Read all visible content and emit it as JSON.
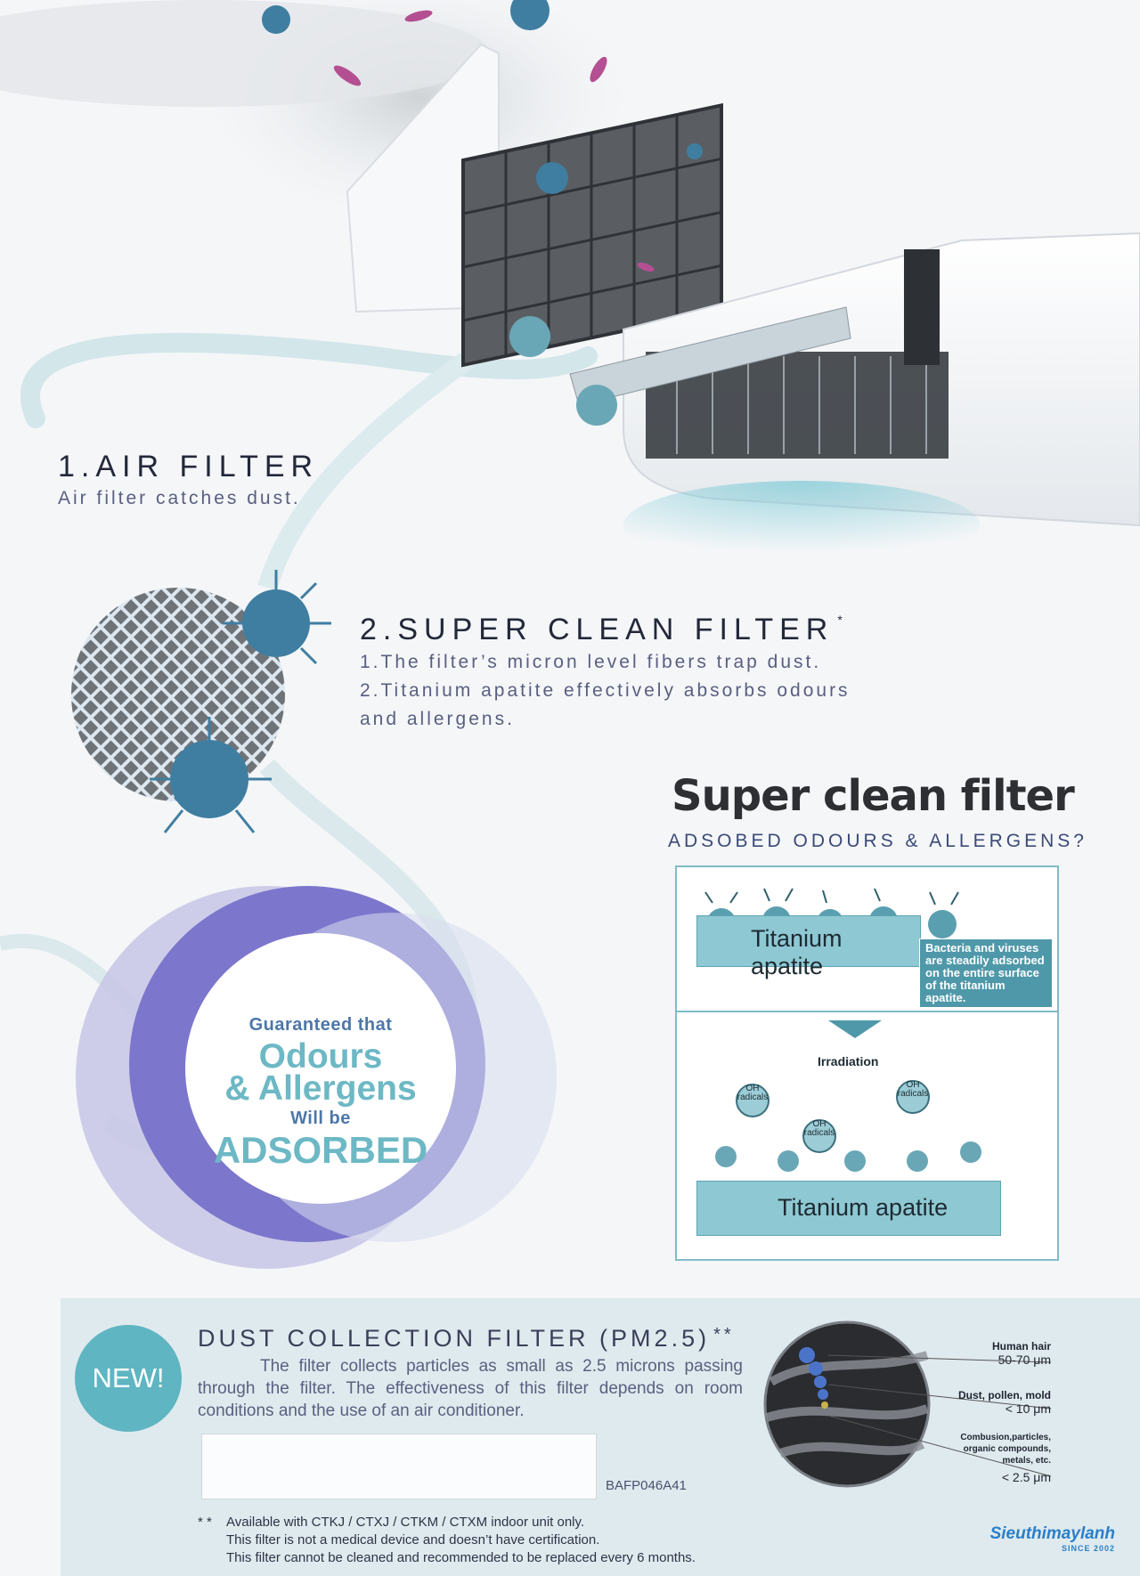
{
  "air_filter": {
    "title": "1.AIR FILTER",
    "desc": "Air filter catches dust."
  },
  "super_clean": {
    "title": "2.SUPER CLEAN FILTER",
    "mark": "*",
    "line1": "1.The filter’s micron level fibers trap dust.",
    "line2": "2.Titanium apatite effectively absorbs odours",
    "line3": "and allergens."
  },
  "feature": {
    "heading": "Super clean filter",
    "subheading": "ADSOBED ODOURS & ALLERGENS?",
    "top_panel_label": "Titanium apatite",
    "note": "Bacteria and viruses are steadily adsorbed on the entire surface of the titanium apatite.",
    "irradiation": "Irradiation",
    "radical_label": "OH radicals",
    "bottom_panel_label": "Titanium apatite"
  },
  "guarantee": {
    "line1": "Guaranteed that",
    "line2": "Odours",
    "line3": "& Allergens",
    "line4": "Will be",
    "line5": "ADSORBED"
  },
  "dust": {
    "badge": "NEW!",
    "title": "DUST COLLECTION FILTER (PM2.5)",
    "title_mark": "**",
    "body": "The filter collects particles as small as 2.5 microns passing through the filter. The effectiveness of this filter depends on room conditions and the use of an air conditioner.",
    "part_code": "BAFP046A41",
    "foot_mark": "* *",
    "foot1": "Available with CTKJ / CTXJ / CTKM / CTXM indoor unit only.",
    "foot2": "This filter is not a medical device and doesn’t have certification.",
    "foot3": "This filter cannot be cleaned and recommended to be replaced every 6 months.",
    "scale": [
      {
        "label": "Human hair",
        "value": "50-70 μm"
      },
      {
        "label": "Dust, pollen, mold",
        "value": "< 10 μm"
      },
      {
        "label": "Combusion,particles, organic compounds, metals, etc.",
        "value": "< 2.5 μm"
      }
    ]
  },
  "brand": {
    "name": "Sieuthimaylanh",
    "since": "SINCE 2002"
  },
  "colors": {
    "teal": "#5fb5c2",
    "purple": "#6a63c0",
    "navy": "#3c4a78"
  }
}
